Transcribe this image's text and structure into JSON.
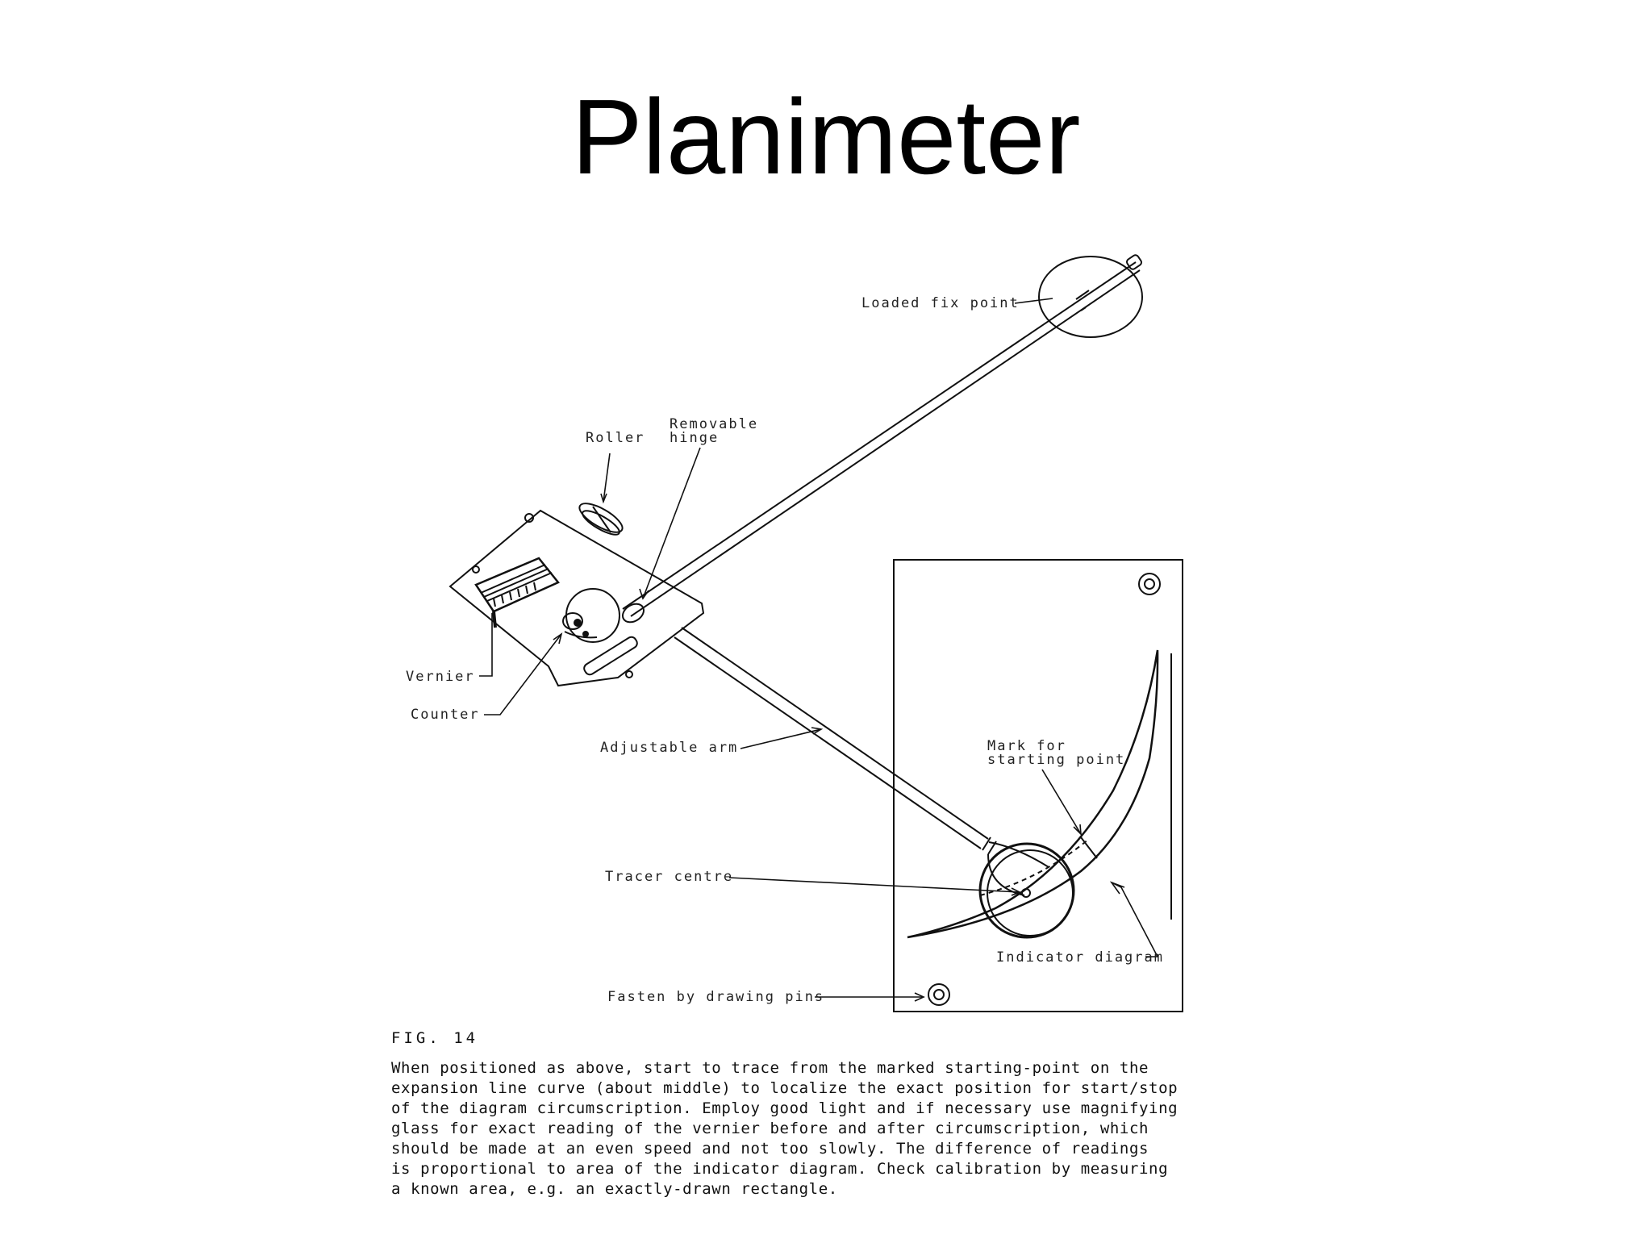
{
  "title": "Planimeter",
  "labels": {
    "loaded_fix_point": "Loaded fix point",
    "roller": "Roller",
    "removable_hinge": [
      "Removable",
      "hinge"
    ],
    "vernier": "Vernier",
    "counter": "Counter",
    "adjustable_arm": "Adjustable arm",
    "mark_starting_point": [
      "Mark for",
      "starting point"
    ],
    "tracer_centre": "Tracer centre",
    "indicator_diagram": "Indicator diagram",
    "fasten_pins": "Fasten by drawing pins"
  },
  "caption": {
    "figure": "FIG. 14",
    "lines": [
      "When positioned as above, start to trace from the marked starting-point on the",
      "expansion line curve (about middle) to localize the exact position for start/stop",
      "of the diagram circumscription. Employ good light and if necessary use magnifying",
      "glass for exact reading of the vernier before and after circumscription, which",
      "should be made at an even speed and not too slowly. The difference of readings",
      "is proportional to area of the indicator diagram. Check calibration by measuring",
      "a known area, e.g. an exactly-drawn rectangle."
    ]
  }
}
